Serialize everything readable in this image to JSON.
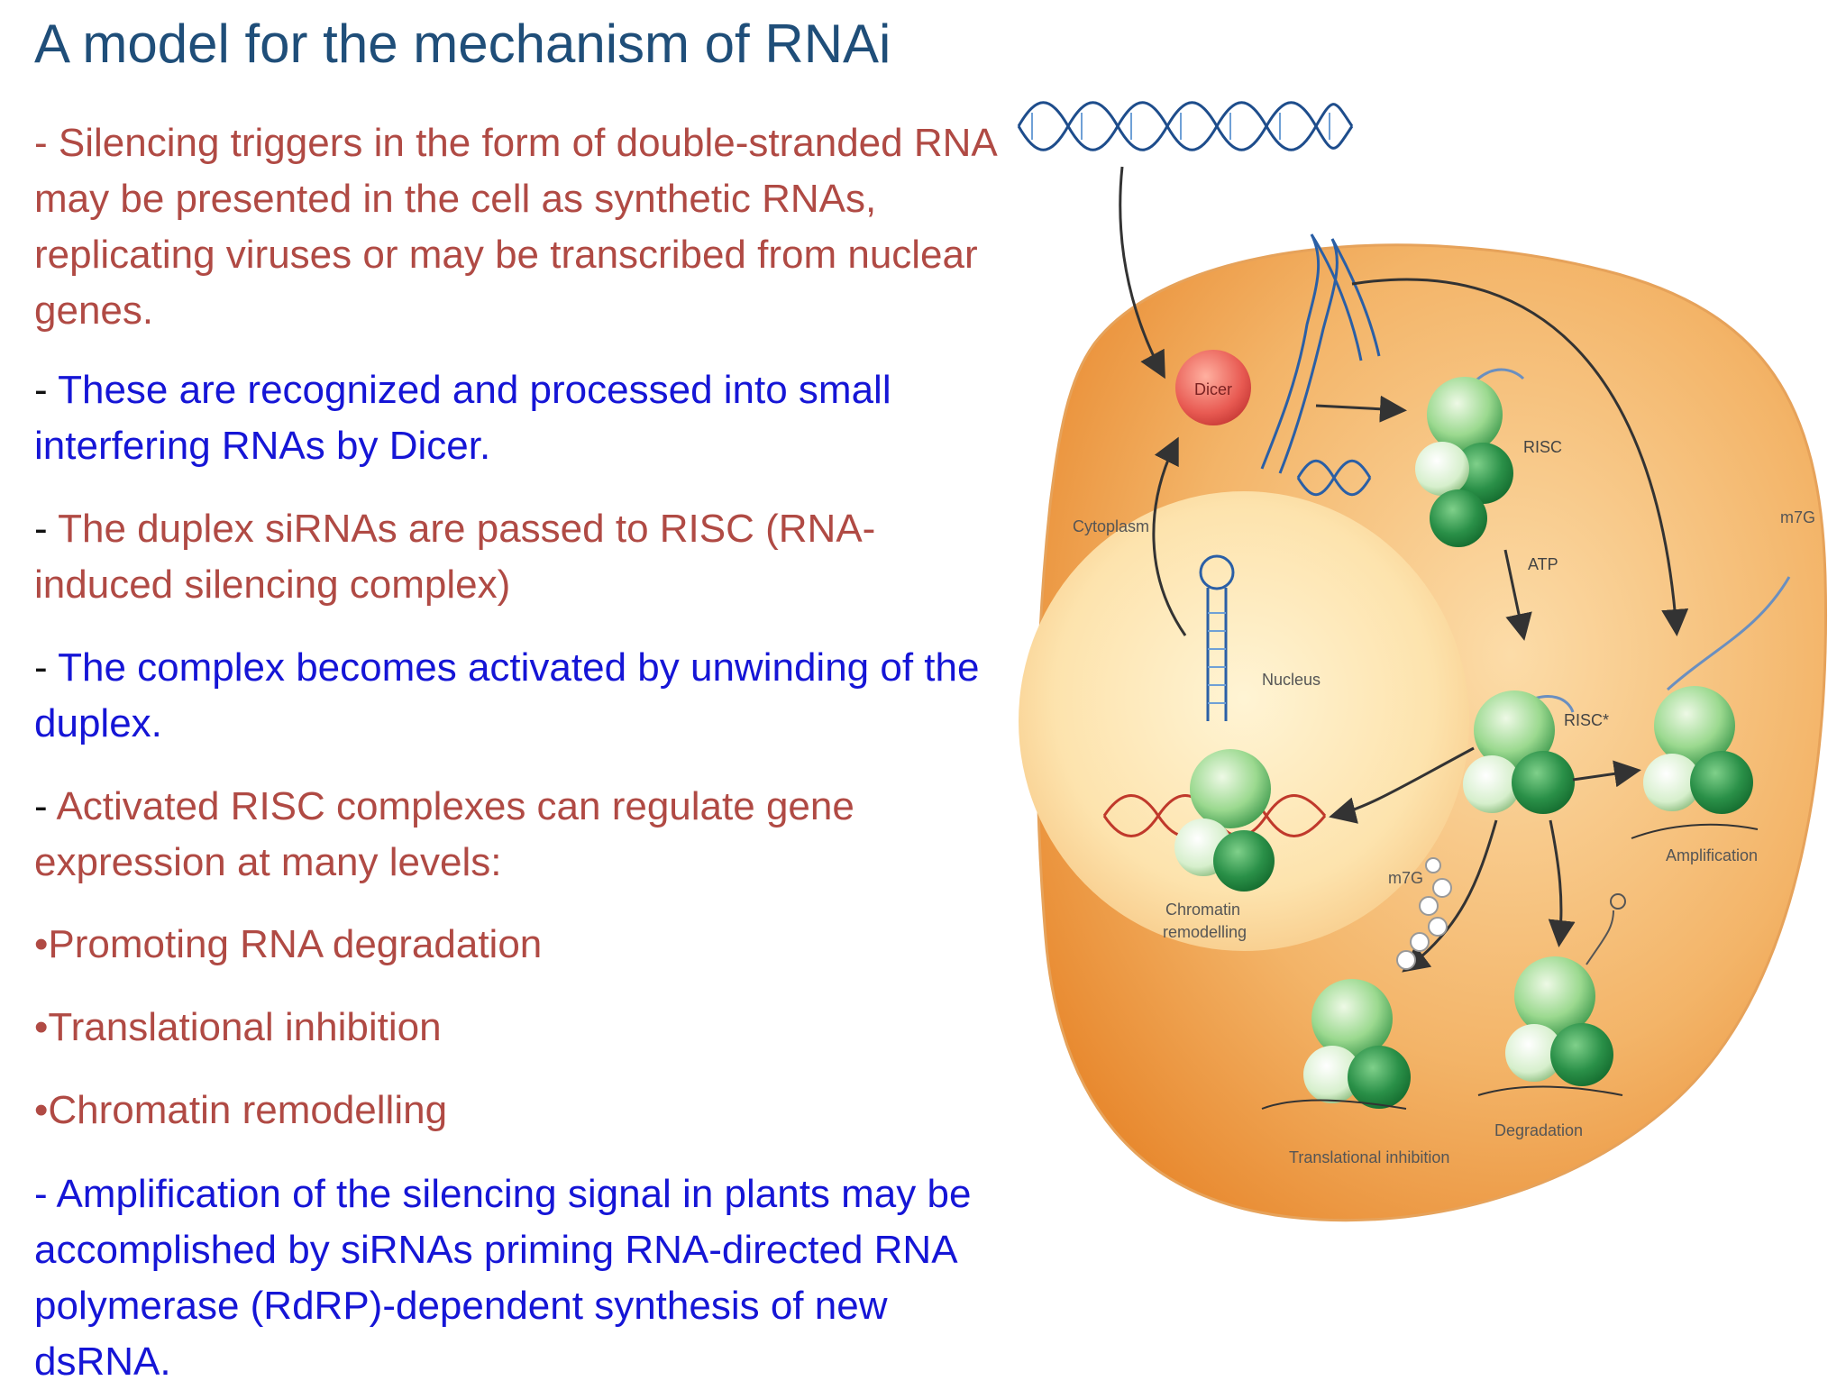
{
  "title": "A model for the mechanism of RNAi",
  "paragraphs": [
    {
      "prefix": "",
      "text": "- Silencing triggers in the form of double-stranded RNA may be presented in the cell as synthetic RNAs, replicating viruses or may be transcribed from nuclear genes."
    },
    {
      "prefix": "- ",
      "text": "These are recognized and processed into small interfering RNAs by Dicer."
    },
    {
      "prefix": "- ",
      "text": "The duplex siRNAs are passed to RISC (RNA-induced silencing complex)"
    },
    {
      "prefix": "- ",
      "text": "The complex becomes activated by unwinding of the duplex."
    },
    {
      "prefix": "- ",
      "text": "Activated RISC complexes can regulate gene expression at many levels:"
    },
    {
      "prefix": "",
      "text": "•Promoting RNA degradation"
    },
    {
      "prefix": "",
      "text": "•Translational inhibition"
    },
    {
      "prefix": "",
      "text": "•Chromatin remodelling"
    },
    {
      "prefix": "",
      "text": "- Amplification of the silencing signal in plants may be accomplished by siRNAs priming RNA-directed RNA polymerase (RdRP)-dependent synthesis of new dsRNA."
    }
  ],
  "diagram": {
    "dicer": "Dicer",
    "risc": "RISC",
    "atp": "ATP",
    "risc_active": "RISC*",
    "cytoplasm": "Cytoplasm",
    "nucleus": "Nucleus",
    "m7g_right": "m7G",
    "m7g_center": "m7G",
    "amplification": "Amplification",
    "chromatin_line1": "Chromatin",
    "chromatin_line2": "remodelling",
    "translational_inhibition": "Translational inhibition",
    "degradation": "Degradation"
  },
  "colors": {
    "title": "#1f4e79",
    "red_text": "#b04a44",
    "blue_text": "#1515d6",
    "cell_fill": "#f3b46a",
    "nucleus_fill": "#fde8b8",
    "risc_green": "#2e8b45",
    "dicer_red": "#e05050"
  }
}
